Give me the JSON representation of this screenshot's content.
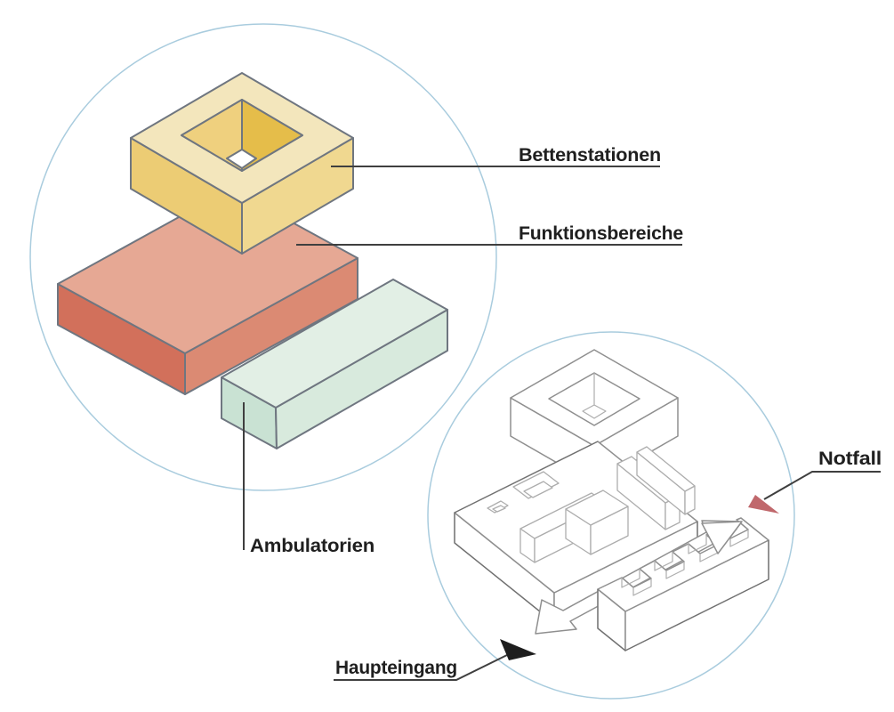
{
  "diagram": {
    "type": "hospital-concept-diagram",
    "concept_circle_labels": {
      "bettenstationen": "Bettenstationen",
      "funktionsbereiche": "Funktionsbereiche",
      "ambulatorien": "Ambulatorien"
    },
    "site_circle_labels": {
      "notfall": "Notfall",
      "haupteingang": "Haupteingang"
    }
  },
  "colors": {
    "circle_stroke": "#a9ccde",
    "outline": "#6f7680",
    "leader": "#3f3f3f",
    "text": "#1f1f1f",
    "white_stroke": "#8f8f8f",
    "white_stroke_light": "#adadad",
    "white_stroke_dark": "#707070",
    "white_fill": "#ffffff",
    "bettenstationen_top": "#f3e6bc",
    "bettenstationen_left": "#eccc74",
    "bettenstationen_right": "#f0d890",
    "bettenstationen_court_light": "#efd07e",
    "bettenstationen_court_dark": "#e5bd4a",
    "funktionsbereiche_top": "#e6a894",
    "funktionsbereiche_left": "#d2705b",
    "funktionsbereiche_right": "#db8a73",
    "ambulatorien_top": "#e2efe5",
    "ambulatorien_left": "#c9e2d3",
    "ambulatorien_right": "#d8eadd",
    "notfall_arrow": "#c0686c",
    "haupteingang_arrow": "#1e1e1e"
  }
}
